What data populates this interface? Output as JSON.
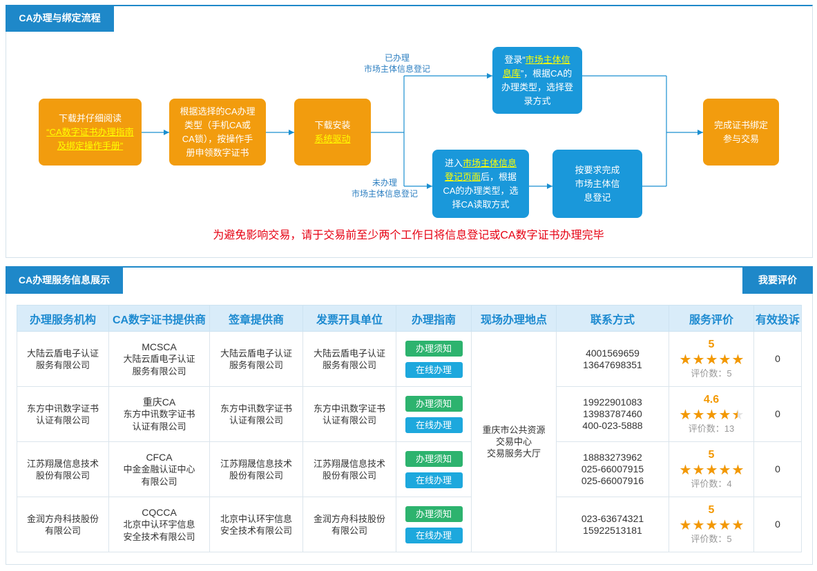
{
  "sections": {
    "flow": {
      "title": "CA办理与绑定流程"
    },
    "service": {
      "title": "CA办理服务信息展示",
      "rate_button": "我要评价"
    }
  },
  "flow": {
    "step_download_guide": {
      "text": "下载并仔细阅读",
      "link": [
        "“CA数字证书办理指南",
        "及绑定操作手册”"
      ]
    },
    "step_apply_cert": {
      "lines": [
        "根据选择的CA办理",
        "类型（手机CA或",
        "CA锁），按操作手",
        "册申领数字证书"
      ]
    },
    "step_install_driver": {
      "text": "下载安装",
      "link": "系统驱动"
    },
    "step_login": {
      "prefix": "登录“",
      "link": [
        "市场主体信",
        "息库"
      ],
      "suffix": "”，根据CA的",
      "lines": [
        "办理类型，选择登",
        "录方式"
      ]
    },
    "step_register": {
      "prefix": "进入",
      "link": [
        "市场主体信息",
        "登记页面"
      ],
      "suffix": "后，根据",
      "lines": [
        "CA的办理类型，选",
        "择CA读取方式"
      ]
    },
    "step_complete_register": {
      "lines": [
        "按要求完成",
        "市场主体信",
        "息登记"
      ]
    },
    "step_bind": {
      "lines": [
        "完成证书绑定",
        "参与交易"
      ]
    },
    "branch_registered": [
      "已办理",
      "市场主体信息登记"
    ],
    "branch_unregistered": [
      "未办理",
      "市场主体信息登记"
    ],
    "notice": "为避免影响交易，请于交易前至少两个工作日将信息登记或CA数字证书办理完毕"
  },
  "table": {
    "headers": [
      "办理服务机构",
      "CA数字证书提供商",
      "签章提供商",
      "发票开具单位",
      "办理指南",
      "现场办理地点",
      "联系方式",
      "服务评价",
      "有效投诉"
    ],
    "location": [
      "重庆市公共资源",
      "交易中心",
      "交易服务大厅"
    ],
    "rows": [
      {
        "agency": "大陆云盾电子认证服务有限公司",
        "ca_brand": "MCSCA",
        "ca_provider": "大陆云盾电子认证服务有限公司",
        "seal_provider": "大陆云盾电子认证服务有限公司",
        "invoice_issuer": "大陆云盾电子认证服务有限公司",
        "guide_button": "办理须知",
        "online_button": "在线办理",
        "contacts": [
          "4001569659",
          "13647698351"
        ],
        "rating": "5",
        "review_count": "评价数：5",
        "complaints": "0"
      },
      {
        "agency": "东方中讯数字证书认证有限公司",
        "ca_brand": "重庆CA",
        "ca_provider": "东方中讯数字证书认证有限公司",
        "seal_provider": "东方中讯数字证书认证有限公司",
        "invoice_issuer": "东方中讯数字证书认证有限公司",
        "guide_button": "办理须知",
        "online_button": "在线办理",
        "contacts": [
          "19922901083",
          "13983787460",
          "400-023-5888"
        ],
        "rating": "4.6",
        "review_count": "评价数：13",
        "complaints": "0"
      },
      {
        "agency": "江苏翔晟信息技术股份有限公司",
        "ca_brand": "CFCA",
        "ca_provider": "中金金融认证中心有限公司",
        "seal_provider": "江苏翔晟信息技术股份有限公司",
        "invoice_issuer": "江苏翔晟信息技术股份有限公司",
        "guide_button": "办理须知",
        "online_button": "在线办理",
        "contacts": [
          "18883273962",
          "025-66007915",
          "025-66007916"
        ],
        "rating": "5",
        "review_count": "评价数：4",
        "complaints": "0"
      },
      {
        "agency": "金润方舟科技股份有限公司",
        "ca_brand": "CQCCA",
        "ca_provider": "北京中认环宇信息安全技术有限公司",
        "seal_provider": "北京中认环宇信息安全技术有限公司",
        "invoice_issuer": "金润方舟科技股份有限公司",
        "guide_button": "办理须知",
        "online_button": "在线办理",
        "contacts": [
          "023-63674321",
          "15922513181"
        ],
        "rating": "5",
        "review_count": "评价数：5",
        "complaints": "0"
      }
    ]
  },
  "icons": {
    "rating": "star-icon",
    "flow_connector": "arrow-icon"
  },
  "colors": {
    "brand_blue": "#1e88c9",
    "step_orange": "#f29c0e",
    "step_blue": "#1a98da",
    "link_yellow": "#ffff00",
    "notice_red": "#e60012",
    "guide_green": "#2db36e",
    "online_cyan": "#1da8dd",
    "star_orange": "#f39800"
  }
}
